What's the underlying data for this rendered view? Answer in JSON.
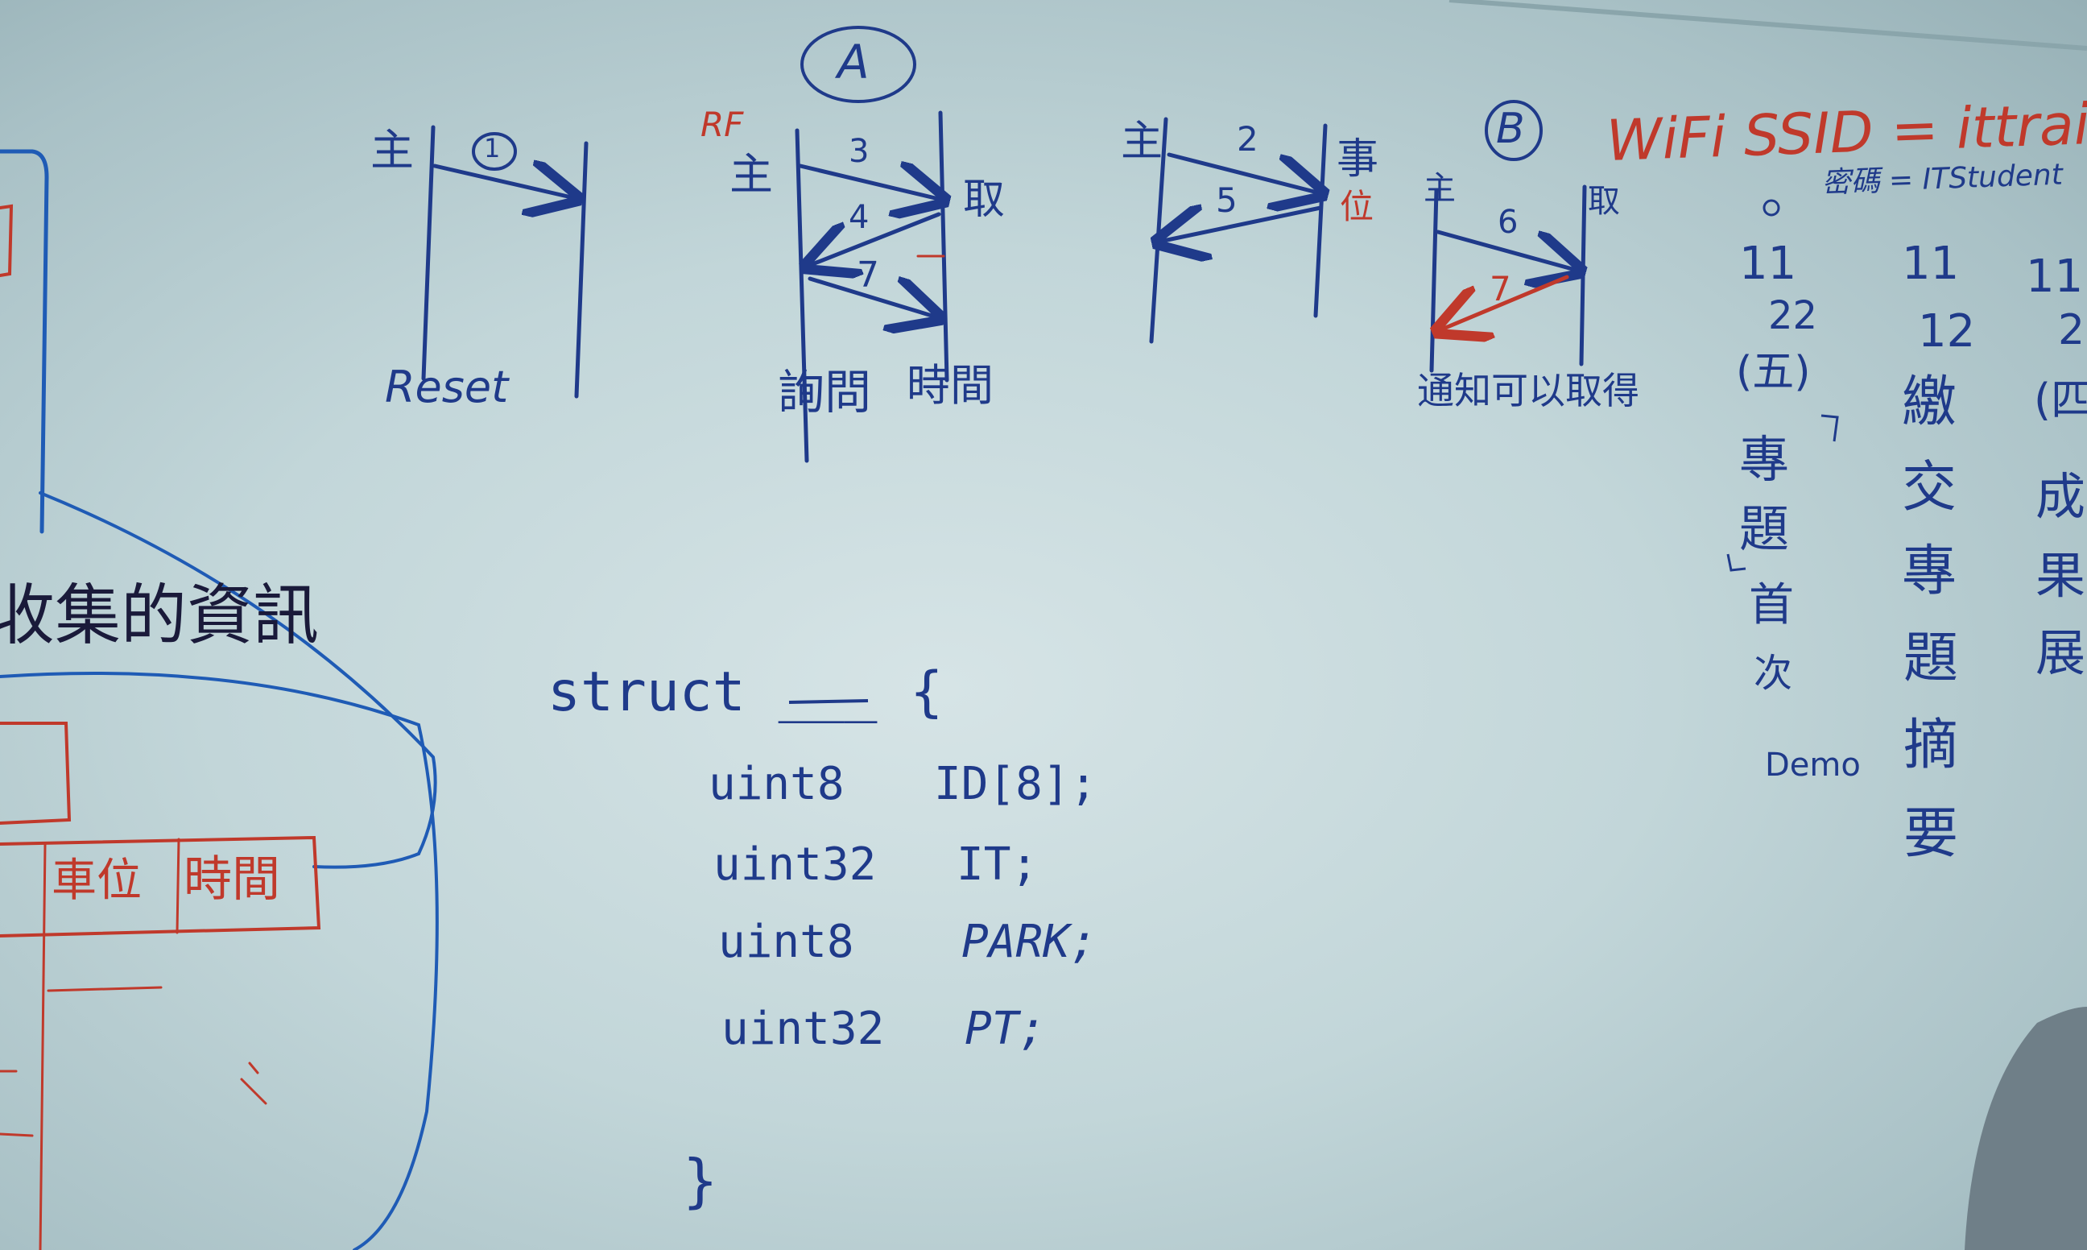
{
  "diagram_1": {
    "number": "1",
    "left_label": "主",
    "bottom_label": "Reset"
  },
  "diagram_a": {
    "circle_label": "A",
    "rf_label": "RF",
    "left_label": "主",
    "right_label": "取",
    "arrows": [
      "3",
      "4",
      "7"
    ],
    "bottom_left": "詢問",
    "bottom_right": "時間"
  },
  "diagram_2": {
    "left_label": "主",
    "right_label": "事",
    "right_sub": "位",
    "arrows": [
      "2",
      "5"
    ]
  },
  "diagram_b": {
    "circle_label": "B",
    "left_label": "主",
    "right_label": "取",
    "arrows": [
      "6",
      "7"
    ],
    "bottom_label": "通知可以取得"
  },
  "wifi": {
    "ssid": "WiFi SSID = ittraining",
    "password": "密碼 = ITStudent"
  },
  "schedule": [
    {
      "date_top": "11",
      "date_bottom": "22",
      "weekday": "(五)",
      "text": [
        "專",
        "題",
        "首",
        "次",
        "Demo"
      ]
    },
    {
      "date_top": "11",
      "date_bottom": "12",
      "weekday": "",
      "text": [
        "繳",
        "交",
        "專",
        "題",
        "摘",
        "要"
      ]
    },
    {
      "date_top": "11",
      "date_bottom": "2",
      "weekday": "(四",
      "text": [
        "成",
        "果",
        "展"
      ]
    }
  ],
  "left_panel": {
    "heading": "收集的資訊",
    "table_cells": [
      "車位",
      "時間"
    ]
  },
  "struct": {
    "header": "struct ___ {",
    "fields": [
      {
        "type": "uint8",
        "name": "ID[8];"
      },
      {
        "type": "uint32",
        "name": "IT;"
      },
      {
        "type": "uint8",
        "name": "PARK;"
      },
      {
        "type": "uint32",
        "name": "PT;"
      }
    ],
    "closing": "}"
  },
  "colors": {
    "board": "#c6d9dc",
    "blue_marker": "#1f3a8a",
    "red_marker": "#c0392b"
  }
}
